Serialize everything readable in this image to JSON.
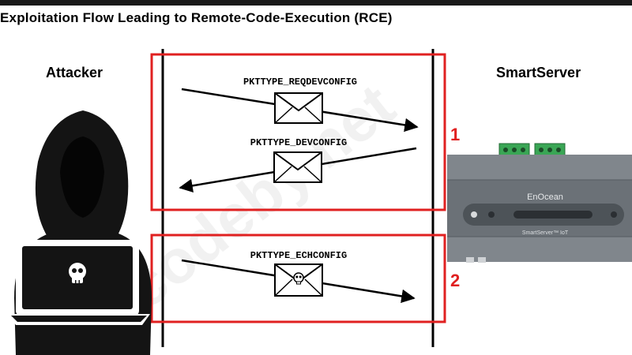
{
  "title": "Exploitation Flow Leading to Remote-Code-Execution (RCE)",
  "actors": {
    "left": "Attacker",
    "right": "SmartServer"
  },
  "messages": [
    {
      "label": "PKTTYPE_REQDEVCONFIG",
      "direction": "to-server"
    },
    {
      "label": "PKTTYPE_DEVCONFIG",
      "direction": "to-attacker"
    },
    {
      "label": "PKTTYPE_ECHCONFIG",
      "direction": "to-server",
      "malicious": true
    }
  ],
  "steps": [
    "1",
    "2"
  ],
  "device": {
    "brand": "EnOcean",
    "model": "SmartServer™ IoT"
  },
  "watermark": "codeby.net",
  "colors": {
    "step_box": "#e02020",
    "device_body": "#6b7177",
    "terminal": "#3aa655"
  },
  "icons": [
    "hooded-attacker-icon",
    "skull-icon",
    "envelope-icon",
    "skull-envelope-icon",
    "smartserver-device-icon"
  ]
}
